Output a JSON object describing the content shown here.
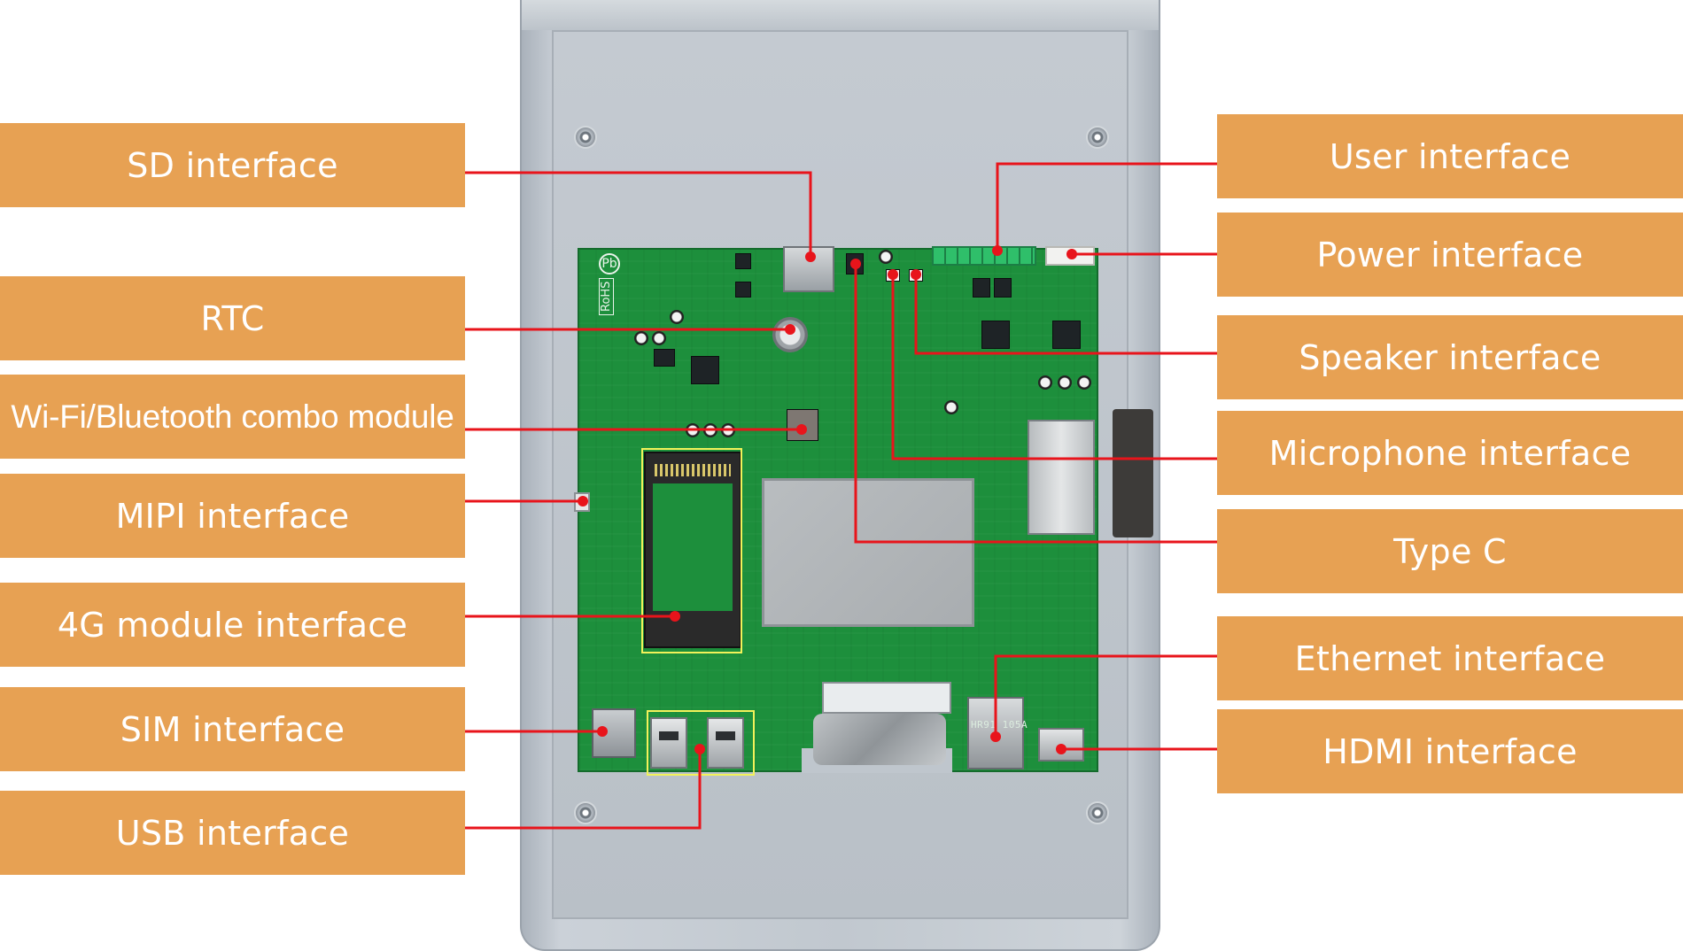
{
  "labels": {
    "left": [
      {
        "id": "sd",
        "text": "SD interface"
      },
      {
        "id": "rtc",
        "text": "RTC"
      },
      {
        "id": "wifi",
        "text": "Wi-Fi/Bluetooth combo module"
      },
      {
        "id": "mipi",
        "text": "MIPI interface"
      },
      {
        "id": "4g",
        "text": "4G module interface"
      },
      {
        "id": "sim",
        "text": "SIM interface"
      },
      {
        "id": "usb",
        "text": "USB interface"
      }
    ],
    "right": [
      {
        "id": "user",
        "text": "User interface"
      },
      {
        "id": "power",
        "text": "Power interface"
      },
      {
        "id": "speaker",
        "text": "Speaker interface"
      },
      {
        "id": "mic",
        "text": "Microphone interface"
      },
      {
        "id": "typec",
        "text": "Type C"
      },
      {
        "id": "ethernet",
        "text": "Ethernet interface"
      },
      {
        "id": "hdmi",
        "text": "HDMI interface"
      }
    ]
  },
  "board_markings": {
    "rohs": "RoHS",
    "pb": "Pb",
    "rj45_marking": "HR91 105A"
  },
  "colors": {
    "label_fill": "#e7a153",
    "label_text": "#ffffff",
    "leader_line": "#e8141b",
    "highlight_box": "#f2f25a",
    "pcb": "#1d8f3c"
  }
}
